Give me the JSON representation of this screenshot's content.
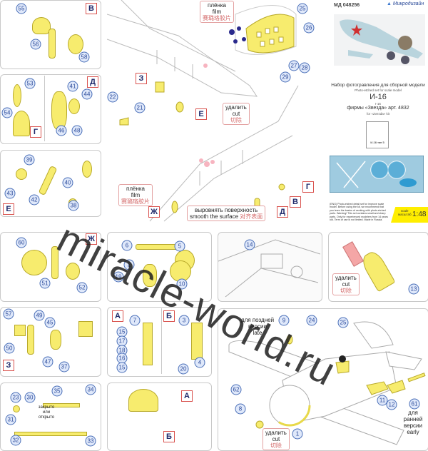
{
  "header": {
    "code": "МД 048256",
    "brand": "Микродизайн"
  },
  "info": {
    "title_ru": "Набор фотогравления для сборной модели",
    "title_en": "Photo-etched set for scale model",
    "model_ru": "И-16",
    "model_en": "I-16",
    "kit_ru": "фирмы «Звезда» арт. 4832",
    "kit_en": "for «Zvezda» kit",
    "package_label": "И-16 тип 5",
    "disclaimer": "(ENG) Photo-etched detail set for improve scale model. Before using the kit, we recommend that you learn the basics of working with photo-etched parts. Warning! This set contains small and sharp parts. Only for experienced modelers from 14 years old. Term of use is not limited. Made in Russia.",
    "scale_label_ru": "масштаб",
    "scale_label_en": "scale",
    "scale": "1:48"
  },
  "colors": {
    "part": "#f7ec6e",
    "badge_border": "#d9534f",
    "callout": "#2b4a99",
    "scale_bg": "#ffee00",
    "fret": "#2f9bd1"
  },
  "labels": {
    "film": {
      "ru": "плёнка",
      "en": "film",
      "cn": "赛璐珞胶片"
    },
    "cut": {
      "ru": "удалить",
      "en": "cut",
      "cn": "切除"
    },
    "smooth": {
      "ru": "выровнять поверхность",
      "en": "smooth the surface",
      "cn": "对齐表面"
    },
    "late": {
      "ru": "для поздней версии",
      "en": "late"
    },
    "early": {
      "ru": "для ранней версии",
      "en": "early"
    },
    "closed_open": "закрыто или открыто"
  },
  "callouts": {
    "panel_v": [
      "55",
      "56",
      "58"
    ],
    "panel_dg": [
      "53",
      "54",
      "41",
      "44",
      "46",
      "48"
    ],
    "panel_e": [
      "39",
      "43",
      "42",
      "40",
      "38"
    ],
    "panel_zh": [
      "60",
      "51",
      "52"
    ],
    "panel_z": [
      "57",
      "49",
      "45",
      "50",
      "47",
      "37"
    ],
    "panel_misc": [
      "23",
      "30",
      "35",
      "34",
      "31",
      "32",
      "33"
    ],
    "panel_canopy": [
      "6",
      "5",
      "2",
      "19",
      "10"
    ],
    "panel_ab": [
      "7",
      "3",
      "15",
      "17",
      "18",
      "16",
      "15",
      "4",
      "20"
    ],
    "panel_14": [
      "14"
    ],
    "panel_13": [
      "13"
    ],
    "panel_plane": [
      "9",
      "24",
      "25",
      "62",
      "8",
      "1",
      "11",
      "12",
      "61"
    ],
    "main": [
      "25",
      "26",
      "27",
      "28",
      "29",
      "22",
      "21"
    ]
  },
  "badges": {
    "panel_v": "В",
    "panel_d": "Д",
    "panel_g": "Г",
    "panel_e": "Е",
    "panel_zh": "Ж",
    "panel_z": "З",
    "panel_a": "А",
    "panel_b": "Б",
    "panel_a2": "А",
    "panel_b2": "Б",
    "main": [
      "З",
      "Е",
      "Ж",
      "Д",
      "В",
      "Г"
    ]
  },
  "watermark": "miracle-world.ru"
}
